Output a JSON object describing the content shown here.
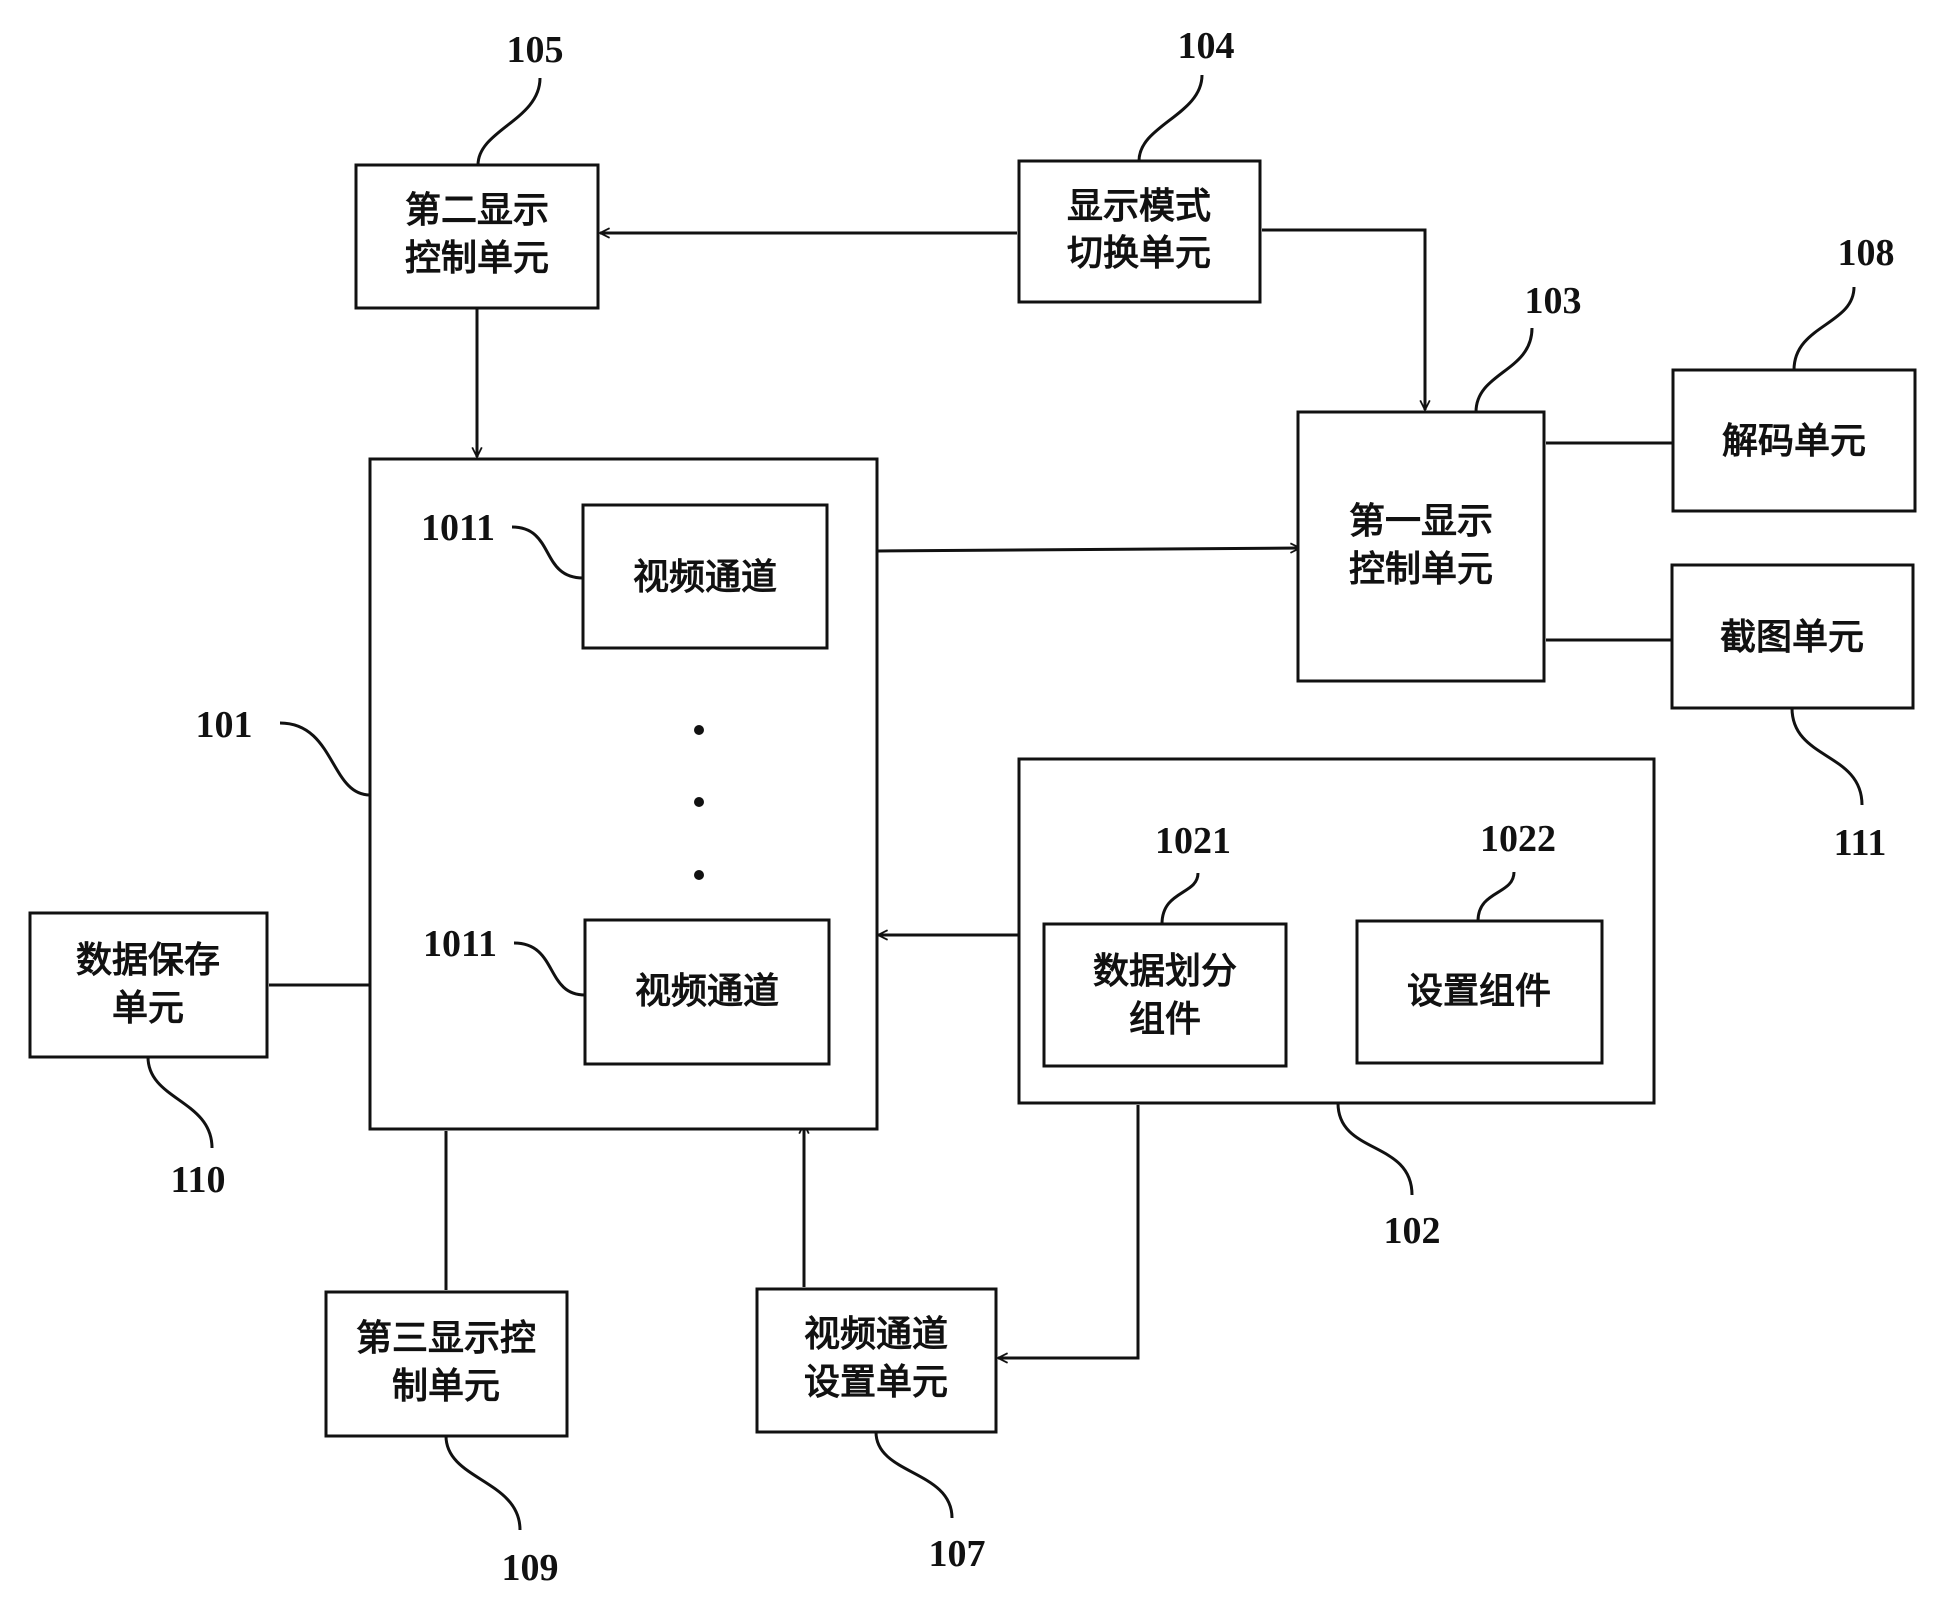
{
  "units": {
    "u105": {
      "ref": "105",
      "line1": "第二显示",
      "line2": "控制单元"
    },
    "u104": {
      "ref": "104",
      "line1": "显示模式",
      "line2": "切换单元"
    },
    "u103": {
      "ref": "103",
      "line1": "第一显示",
      "line2": "控制单元"
    },
    "u108": {
      "ref": "108",
      "label": "解码单元"
    },
    "u111": {
      "ref": "111",
      "label": "截图单元"
    },
    "u101": {
      "ref": "101"
    },
    "ch_top": {
      "ref": "1011",
      "label": "视频通道"
    },
    "ch_bottom": {
      "ref": "1011",
      "label": "视频通道"
    },
    "u102": {
      "ref": "102"
    },
    "c1021": {
      "ref": "1021",
      "line1": "数据划分",
      "line2": "组件"
    },
    "c1022": {
      "ref": "1022",
      "label": "设置组件"
    },
    "u110": {
      "ref": "110",
      "line1": "数据保存",
      "line2": "单元"
    },
    "u109": {
      "ref": "109",
      "line1": "第三显示控",
      "line2": "制单元"
    },
    "u107": {
      "ref": "107",
      "line1": "视频通道",
      "line2": "设置单元"
    }
  },
  "colors": {
    "stroke": "#111111",
    "background": "#ffffff"
  }
}
